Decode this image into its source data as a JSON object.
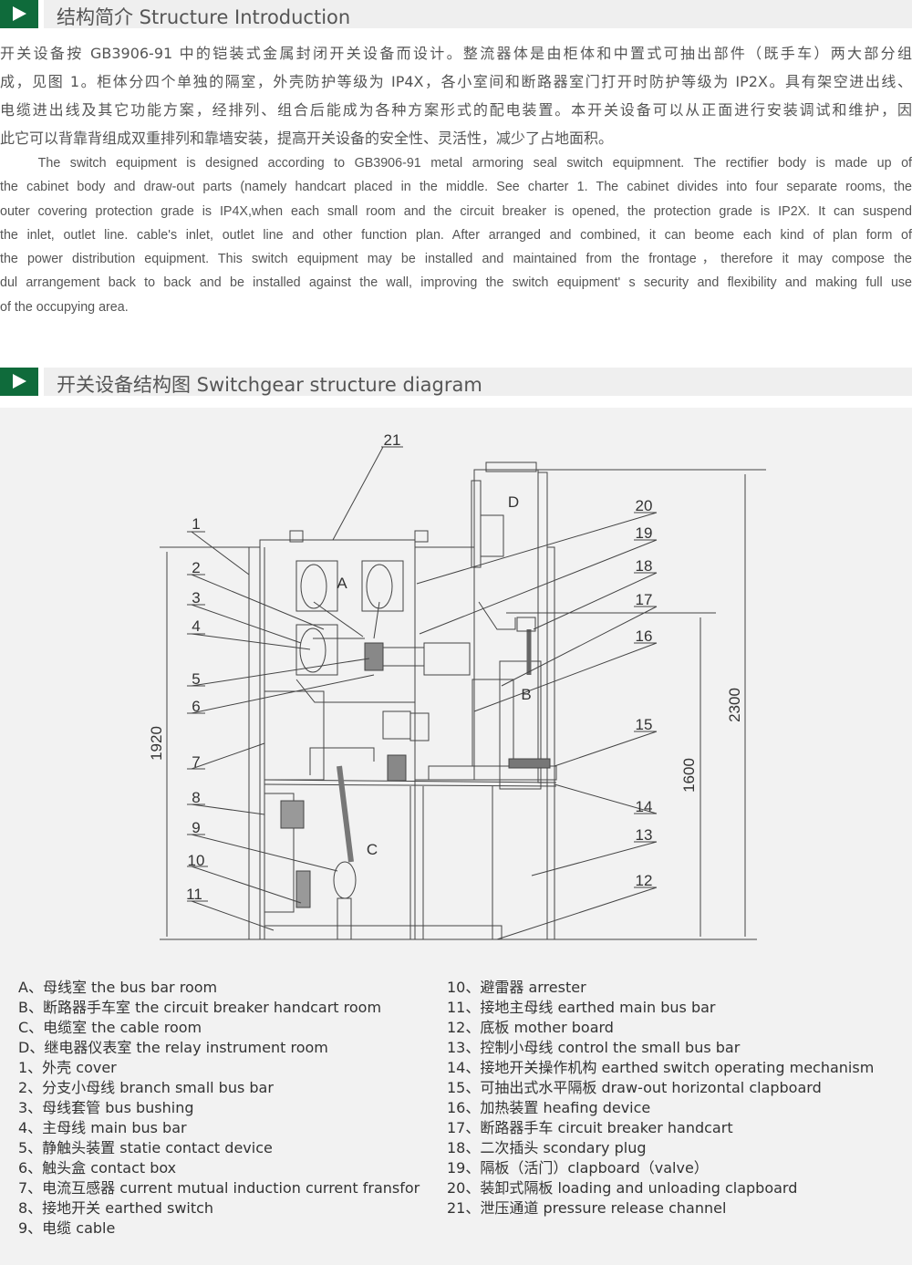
{
  "section1": {
    "title": "结构简介 Structure Introduction",
    "zh_lines": [
      "开关设备按 GB3906-91 中的铠装式金属封闭开关设备而设计。整流器体是由柜体和中置式可抽出部件（既手车）两大部分组",
      "成，见图 1。柜体分四个单独的隔室，外壳防护等级为 IP4X，各小室间和断路器室门打开时防护等级为 IP2X。具有架空进出线、",
      "电缆进出线及其它功能方案，经排列、组合后能成为各种方案形式的配电装置。本开关设备可以从正面进行安装调试和维护，因",
      "此它可以背靠背组成双重排列和靠墙安装，提高开关设备的安全性、灵活性，减少了占地面积。"
    ],
    "en_lines": [
      "　　The switch equipment is designed according to GB3906-91 metal armoring seal switch equipmnent. The rectifier body is made up of",
      "the cabinet body and draw-out parts (namely handcart placed in the middle. See charter 1. The cabinet divides into four separate rooms, the",
      "outer covering protection grade is IP4X,when each small room and the circuit breaker is opened, the protection grade is IP2X. It can suspend",
      "the inlet, outlet line. cable's inlet, outlet line and other function plan. After arranged and combined, it can beome each kind of plan form of",
      "the power distribution equipment. This switch equipment may be installed and maintained from the frontage，therefore it may compose the",
      "dul arrangement back to back and be installed against the wall, improving the switch equipment' s security and flexibility and making full use",
      "of the occupying area."
    ]
  },
  "section2": {
    "title": "开关设备结构图 Switchgear structure diagram"
  },
  "diagram": {
    "numbers": [
      "1",
      "2",
      "3",
      "4",
      "5",
      "6",
      "7",
      "8",
      "9",
      "10",
      "11",
      "12",
      "13",
      "14",
      "15",
      "16",
      "17",
      "18",
      "19",
      "20",
      "21"
    ],
    "rooms": [
      "A",
      "B",
      "C",
      "D"
    ],
    "dims": [
      "1920",
      "1600",
      "2300"
    ]
  },
  "legend_left": [
    "A、母线室 the bus bar room",
    "B、断路器手车室 the circuit breaker handcart room",
    "C、电缆室 the cable room",
    "D、继电器仪表室 the relay instrument room",
    "1、外壳 cover",
    "2、分支小母线 branch small bus bar",
    "3、母线套管 bus bushing",
    "4、主母线 main bus bar",
    "5、静触头装置 statie contact device",
    "6、触头盒 contact box",
    "7、电流互感器 current mutual induction current fransfor",
    "8、接地开关 earthed switch",
    "9、电缆 cable"
  ],
  "legend_right": [
    "10、避雷器 arrester",
    "11、接地主母线 earthed main bus bar",
    "12、底板 mother board",
    "13、控制小母线 control the small bus bar",
    "14、接地开关操作机构 earthed switch operating mechanism",
    "15、可抽出式水平隔板 draw-out horizontal clapboard",
    "16、加热装置 heafing device",
    "17、断路器手车 circuit breaker handcart",
    "18、二次插头 scondary plug",
    "19、隔板（活门）clapboard（valve）",
    "20、装卸式隔板 loading and unloading clapboard",
    "21、泄压通道 pressure release channel"
  ],
  "colors": {
    "accent": "#0f6b3b"
  }
}
